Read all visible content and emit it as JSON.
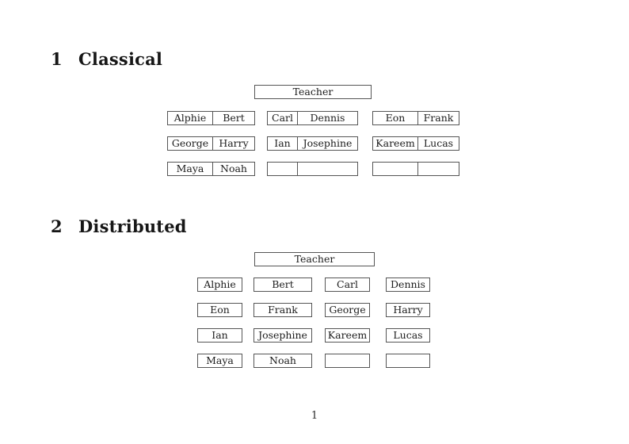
{
  "page": {
    "number": "1"
  },
  "sections": [
    {
      "number": "1",
      "title": "Classical",
      "teacher_label": "Teacher",
      "rows": [
        [
          [
            "Alphie",
            "Bert"
          ],
          [
            "Carl",
            "Dennis"
          ],
          [
            "Eon",
            "Frank"
          ]
        ],
        [
          [
            "George",
            "Harry"
          ],
          [
            "Ian",
            "Josephine"
          ],
          [
            "Kareem",
            "Lucas"
          ]
        ],
        [
          [
            "Maya",
            "Noah"
          ],
          [
            "",
            ""
          ],
          [
            "",
            ""
          ]
        ]
      ]
    },
    {
      "number": "2",
      "title": "Distributed",
      "teacher_label": "Teacher",
      "rows": [
        [
          "Alphie",
          "Bert",
          "Carl",
          "Dennis"
        ],
        [
          "Eon",
          "Frank",
          "George",
          "Harry"
        ],
        [
          "Ian",
          "Josephine",
          "Kareem",
          "Lucas"
        ],
        [
          "Maya",
          "Noah",
          "",
          ""
        ]
      ]
    }
  ]
}
